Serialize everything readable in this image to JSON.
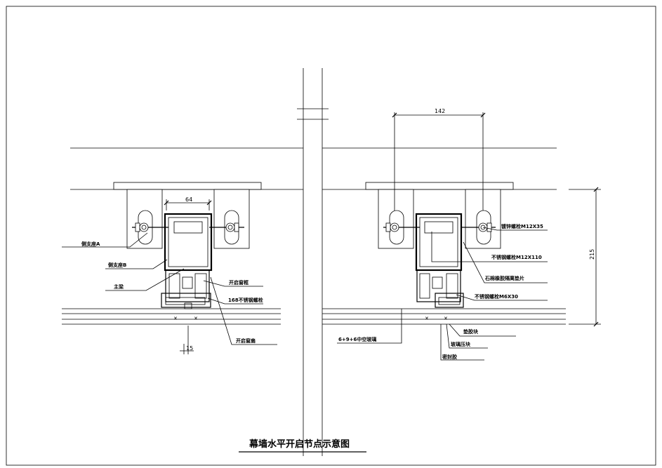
{
  "title": "幕墙水平开启节点示意图",
  "left_node": {
    "dimension_top": "64",
    "dimension_bottom": "15",
    "labels": {
      "side_support_a": "侧支座A",
      "side_support_b": "侧支座B",
      "main_keel": "主梁",
      "open_frame": "开启窗框",
      "stainless_bolt": "168不锈钢螺栓",
      "open_sash": "开启窗扇"
    }
  },
  "right_node": {
    "dimension_top": "142",
    "dimension_side": "215",
    "labels": {
      "anchor_bolt": "镀锌螺栓M12X35",
      "stainless_bolt_m12": "不锈钢螺栓M12X110",
      "rubber_pad": "石棉橡胶隔离垫片",
      "stainless_bolt_m6": "不锈钢螺栓M6X30",
      "insulating_glass": "6+9+6中空玻璃",
      "gasket": "垫胶块",
      "pressure_plate": "玻璃压块",
      "weather_seal": "密封胶"
    }
  }
}
